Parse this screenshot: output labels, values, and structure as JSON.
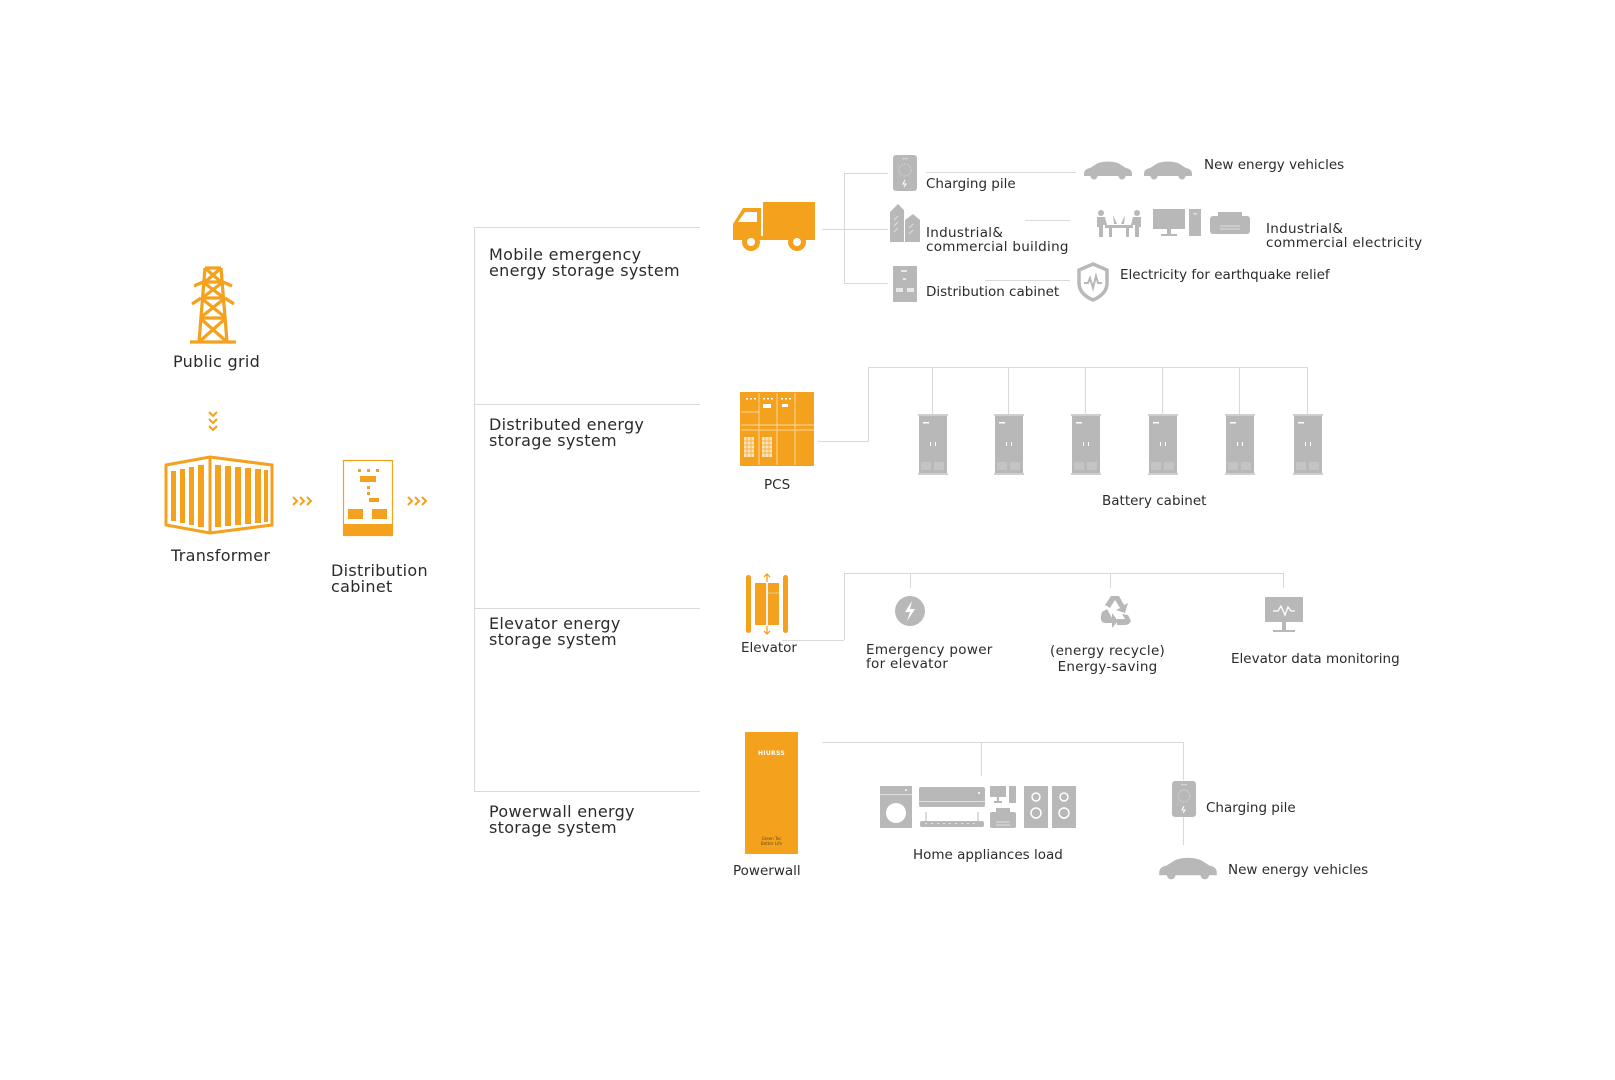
{
  "colors": {
    "accent": "#f4a11d",
    "icon_gray": "#b8b8b8",
    "line_gray": "#d9d9d9",
    "text": "#2b2b2b"
  },
  "source_chain": {
    "public_grid": {
      "label": "Public grid",
      "icon": "power-tower-icon"
    },
    "transformer": {
      "label": "Transformer",
      "icon": "container-transformer-icon"
    },
    "distribution_cabinet": {
      "label": "Distribution\ncabinet",
      "icon": "distribution-cabinet-icon"
    },
    "arrows": {
      "down": "chevrons-down-icon",
      "right": "chevrons-right-icon"
    }
  },
  "systems": [
    {
      "title": "Mobile emergency\nenergy storage system",
      "device_icon": "truck-icon",
      "branches": [
        {
          "label": "Charging pile",
          "icon": "charging-pile-icon",
          "target_label": "New energy vehicles",
          "target_icons": [
            "car-icon",
            "car-icon"
          ]
        },
        {
          "label": "Industrial&\ncommercial   building",
          "icon": "buildings-icon",
          "target_label": "Industrial&\ncommercial electricity",
          "target_icons": [
            "office-meeting-icon",
            "computer-icon",
            "printer-icon"
          ]
        },
        {
          "label": "Distribution cabinet",
          "icon": "distribution-cabinet-icon",
          "target_label": "Electricity for earthquake relief",
          "target_icons": [
            "shield-pulse-icon"
          ]
        }
      ]
    },
    {
      "title": "Distributed energy\nstorage system",
      "device_label": "PCS",
      "device_icon": "pcs-cabinet-icon",
      "battery_label": "Battery cabinet",
      "battery_count": 6
    },
    {
      "title": "Elevator energy\nstorage system",
      "device_label": "Elevator",
      "device_icon": "elevator-icon",
      "features": [
        {
          "label": "Emergency power\nfor elevator",
          "icon": "lightning-circle-icon"
        },
        {
          "label": "(energy recycle)\nEnergy-saving",
          "icon": "recycle-icon"
        },
        {
          "label": "Elevator data monitoring",
          "icon": "monitor-pulse-icon"
        }
      ]
    },
    {
      "title": "Powerwall energy\nstorage system",
      "device_label": "Powerwall",
      "device_icon": "powerwall-icon",
      "powerwall_brand": "HIURSS",
      "powerwall_slogan": "Green Tec\nBetter Life",
      "appliances_label": "Home appliances load",
      "appliance_icons": [
        "washing-machine-icon",
        "air-conditioner-icon",
        "router-icon",
        "computer-icon",
        "printer-icon",
        "speaker-icon",
        "speaker-icon"
      ],
      "charging_label": "Charging pile",
      "vehicle_label": "New energy vehicles"
    }
  ]
}
